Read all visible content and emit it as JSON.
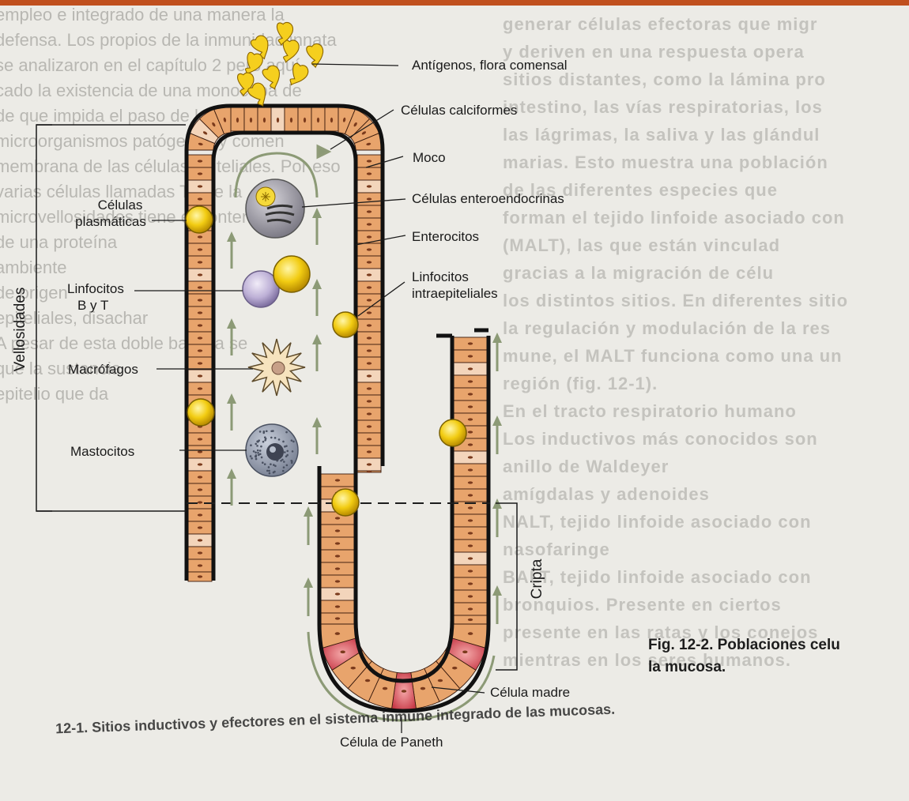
{
  "labels": {
    "antigenos": "Antígenos, flora comensal",
    "calciformes": "Células calciformes",
    "moco": "Moco",
    "enteroendocrinas": "Células enteroendocrinas",
    "enterocitos": "Enterocitos",
    "intraepiteliales_1": "Linfocitos",
    "intraepiteliales_2": "intraepiteliales",
    "plasmaticas_1": "Células",
    "plasmaticas_2": "plasmáticas",
    "linfocitos_1": "Linfocitos",
    "linfocitos_2": "B y T",
    "macrofagos": "Macrófagos",
    "mastocitos": "Mastocitos",
    "vellosidades": "Vellosidades",
    "cripta": "Cripta",
    "celula_madre": "Célula madre",
    "paneth": "Célula de Paneth"
  },
  "caption": {
    "line1": "Fig. 12-2. Poblaciones celu",
    "line2": "la mucosa."
  },
  "overlapping_caption": "12-1. Sitios inductivos y efectores en el sistema inmune integrado de las mucosas.",
  "background_text": {
    "left": [
      "empleo e integrado de una manera la",
      "defensa. Los propios de la inmunidad innata",
      "se analizaron en el capítulo 2 pero aquí",
      "cado la existencia de una monocapa de",
      "de que impida el paso de los",
      "microorganismos patógenos y comen",
      "membrana de las células epiteliales. Por eso",
      "varias células llamadas T que la",
      "microvellosidades tiene el contenido",
      "de una proteína",
      "ambiente",
      "de origen",
      "epiteliales, disachar",
      "A pesar de esta doble barrera se",
      "que la sustancia",
      "epitelio que da"
    ],
    "right": [
      "generar células efectoras que migr",
      "y deriven en una respuesta opera",
      "sitios distantes, como la lámina pro",
      "intestino, las vías respiratorias, los",
      "las lágrimas, la saliva y las glándul",
      "marias. Esto muestra una población",
      "de las diferentes especies que",
      "forman el tejido linfoide asociado con",
      "(MALT), las que están vinculad",
      "gracias a la migración de célu",
      "los distintos sitios. En diferentes sitio",
      "la regulación y modulación de la res",
      "mune, el MALT funciona como una un",
      "región (fig. 12-1).",
      "En el tracto respiratorio humano",
      "Los inductivos más conocidos son",
      "anillo de Waldeyer",
      "amígdalas y adenoides",
      "NALT, tejido linfoide asociado con",
      "nasofaringe",
      "BALT, tejido linfoide asociado con",
      "bronquios. Presente en ciertos",
      "presente en las ratas y los conejos",
      "mientras en los seres humanos."
    ]
  }
}
